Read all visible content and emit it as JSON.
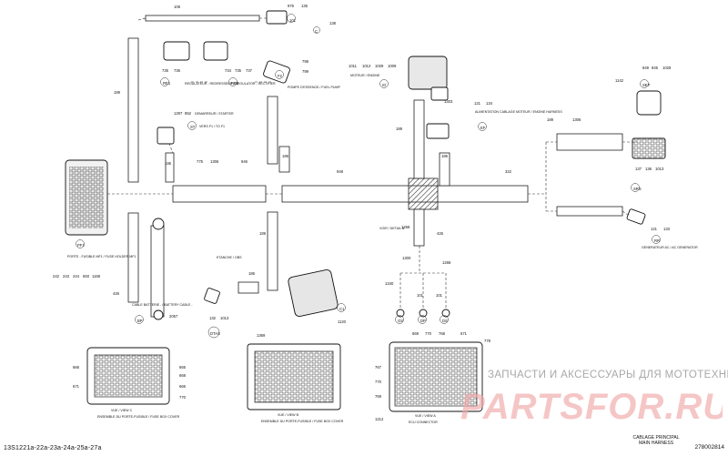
{
  "diagram": {
    "refs": {
      "r108": "108",
      "r976": "976",
      "r135": "135",
      "r101": "101",
      "r138": "138",
      "rC": "C",
      "r189a": "189",
      "r735": "735",
      "r736": "736",
      "rRE1": "RE1",
      "r734": "734",
      "r735b": "735",
      "r737": "737",
      "rRE2": "RE2",
      "r798": "798",
      "r799": "799",
      "rF2": "F2",
      "r1297": "1297",
      "r852": "852",
      "rST": "ST",
      "r1011": "1011",
      "r1012": "1012",
      "r1029": "1029",
      "r1009": "1009",
      "rIG": "IG",
      "r1303": "1303",
      "r121": "121",
      "r134": "134",
      "rEF": "EF",
      "r189b": "189",
      "r1142": "1142",
      "r849": "849",
      "r845": "845",
      "r1028": "1028",
      "rSEP": "SEP",
      "r189c": "189",
      "r1306a": "1306",
      "r137": "137",
      "r136": "136",
      "r1013": "1013",
      "rSRS": "SRS",
      "r186a": "186",
      "r775": "775",
      "r1306b": "1306",
      "r946": "946",
      "r186b": "186",
      "r948": "948",
      "r186c": "186",
      "r322": "322",
      "rPF1": "PF1",
      "r242": "242",
      "r243": "243",
      "r244": "244",
      "r693": "693",
      "r1168": "1168",
      "r189d": "189",
      "r189e": "189",
      "r1268": "1268",
      "r426a": "426",
      "r426b": "426",
      "r1300": "1300",
      "r1268b": "1268",
      "r121b": "121",
      "r133": "133",
      "rRR": "RR",
      "r186d": "186",
      "r1340": "1340",
      "rGS": "GS",
      "r101a": "101",
      "rDP": "DP",
      "r101b": "101",
      "rDS": "DS",
      "rBP": "BP",
      "r2057": "2057",
      "r132": "132",
      "r1013b": "1013",
      "rDTAS": "DTAS",
      "rC1": "C1",
      "r1120": "1120",
      "r1369": "1369",
      "r669": "669",
      "r770": "770",
      "r768": "768",
      "r671": "671",
      "r778": "778",
      "r767": "767",
      "r770b": "770",
      "r769": "769",
      "r1212": "1212",
      "r666": "666",
      "r665": "665",
      "r671b": "671",
      "r668": "668",
      "r666b": "666",
      "r770c": "770"
    },
    "labels": {
      "regulator": "REGULATEUR - REDRESSEUR / REGULATOR - RECTIFIER",
      "fuel_pump": "POMPE D'ESSENCE / FUEL PUMP",
      "demarreur": "DEMARREUR / STARTER",
      "to_f1": "VERS F1 / TO F1",
      "ignition": "MOTEUR / ENGINE",
      "alimentation": "ALIMENTATION CABLAGE MOTEUR / ENGINE HARNESS",
      "fuse_box": "PORTE - FUSIBLE MF1 / FUSE HOLDER MF1",
      "cable_batterie": "CABLE BATTERIE - / BATTERY CABLE -",
      "etanche": "ETANCHE / OBS",
      "voir_detail": "VOIR / DETAIL A",
      "generator": "GENERATEUR AC / AC GENERATOR",
      "view_c": "VUE / VIEW C",
      "view_c_note": "ENSEMBLE DU PORTE-FUSIBLE / FUSE BOX COVER",
      "view_b": "VUE / VIEW B",
      "view_b_note": "ENSEMBLE DU PORTE-FUSIBLE / FUSE BOX COVER",
      "view_a": "VUE / VIEW A",
      "view_a_note": "ECU CONNECTOR"
    }
  },
  "footer": {
    "title_fr": "CABLAGE PRINCIPAL",
    "title_en": "MAIN HARNESS",
    "doc_code": "278002814",
    "part_codes": "13S1221a-22a-23a-24a-25a-27a"
  },
  "watermark": {
    "text": "ЗАПЧАСТИ И АКСЕССУАРЫ ДЛЯ МОТОТЕХНИКИ",
    "logo": "PARTSFOR.RU"
  }
}
